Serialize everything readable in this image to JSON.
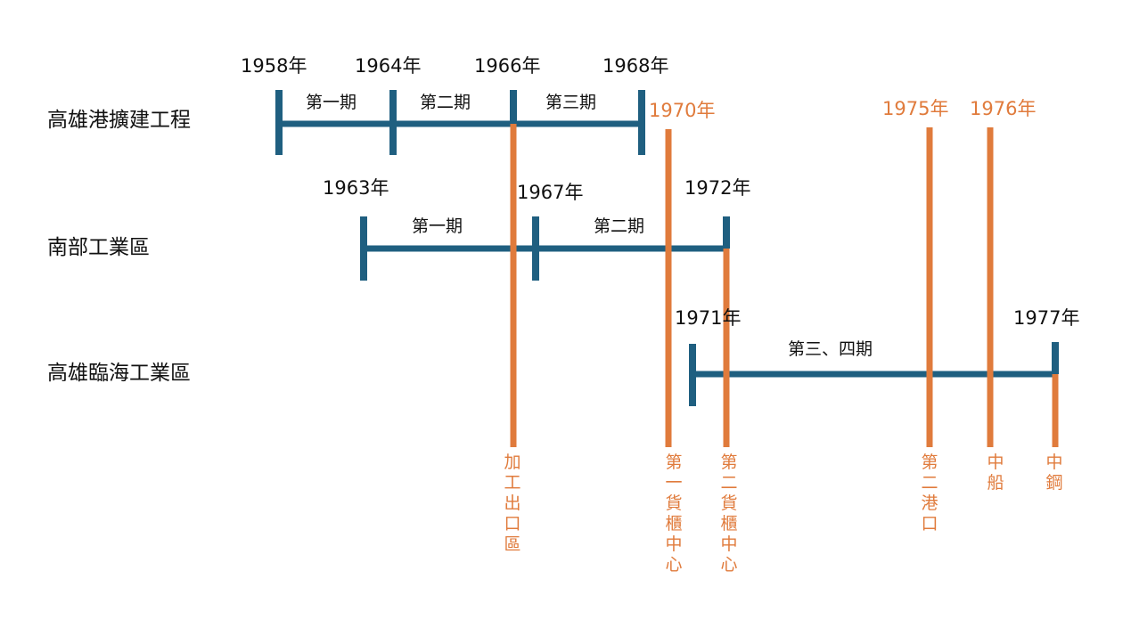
{
  "colors": {
    "blue": "#1f5f80",
    "orange": "#e07b3c",
    "text": "#111111"
  },
  "rows": [
    {
      "label": "高雄港擴建工程",
      "years": [
        "1958年",
        "1964年",
        "1966年",
        "1968年"
      ],
      "phases": [
        "第一期",
        "第二期",
        "第三期"
      ]
    },
    {
      "label": "南部工業區",
      "years": [
        "1963年",
        "1967年",
        "1972年"
      ],
      "phases": [
        "第一期",
        "第二期"
      ]
    },
    {
      "label": "高雄臨海工業區",
      "years": [
        "1971年",
        "1977年"
      ],
      "phases": [
        "第三、四期"
      ]
    }
  ],
  "events": [
    {
      "label": "加工出口區"
    },
    {
      "year": "1970年",
      "label": "第一貨櫃中心"
    },
    {
      "label": "第二貨櫃中心"
    },
    {
      "year": "1975年",
      "label": "第二港口"
    },
    {
      "year": "1976年",
      "label": "中船"
    },
    {
      "label": "中鋼"
    }
  ]
}
